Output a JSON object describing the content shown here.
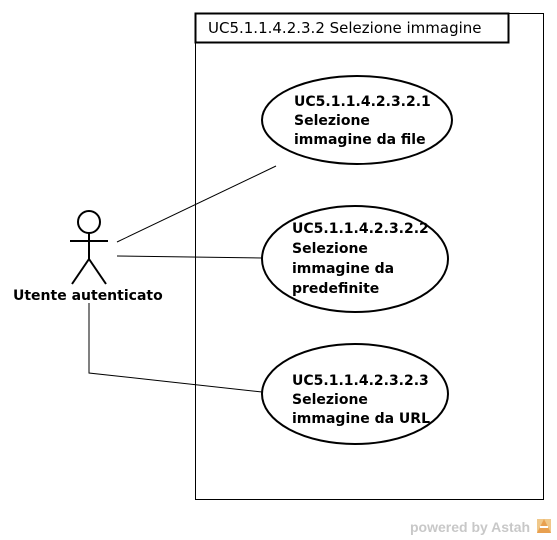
{
  "system": {
    "title": "UC5.1.1.4.2.3.2 Selezione immagine"
  },
  "actor": {
    "label": "Utente autenticato"
  },
  "use_cases": [
    {
      "lines": [
        "UC5.1.1.4.2.3.2.1",
        "Selezione",
        "immagine da file"
      ]
    },
    {
      "lines": [
        "UC5.1.1.4.2.3.2.2",
        "Selezione",
        "immagine da",
        "predefinite"
      ]
    },
    {
      "lines": [
        "UC5.1.1.4.2.3.2.3",
        "Selezione",
        "immagine da URL"
      ]
    }
  ],
  "watermark": {
    "text": "powered by Astah",
    "icon": "astah-logo-icon",
    "color": "#c8c8c8"
  }
}
